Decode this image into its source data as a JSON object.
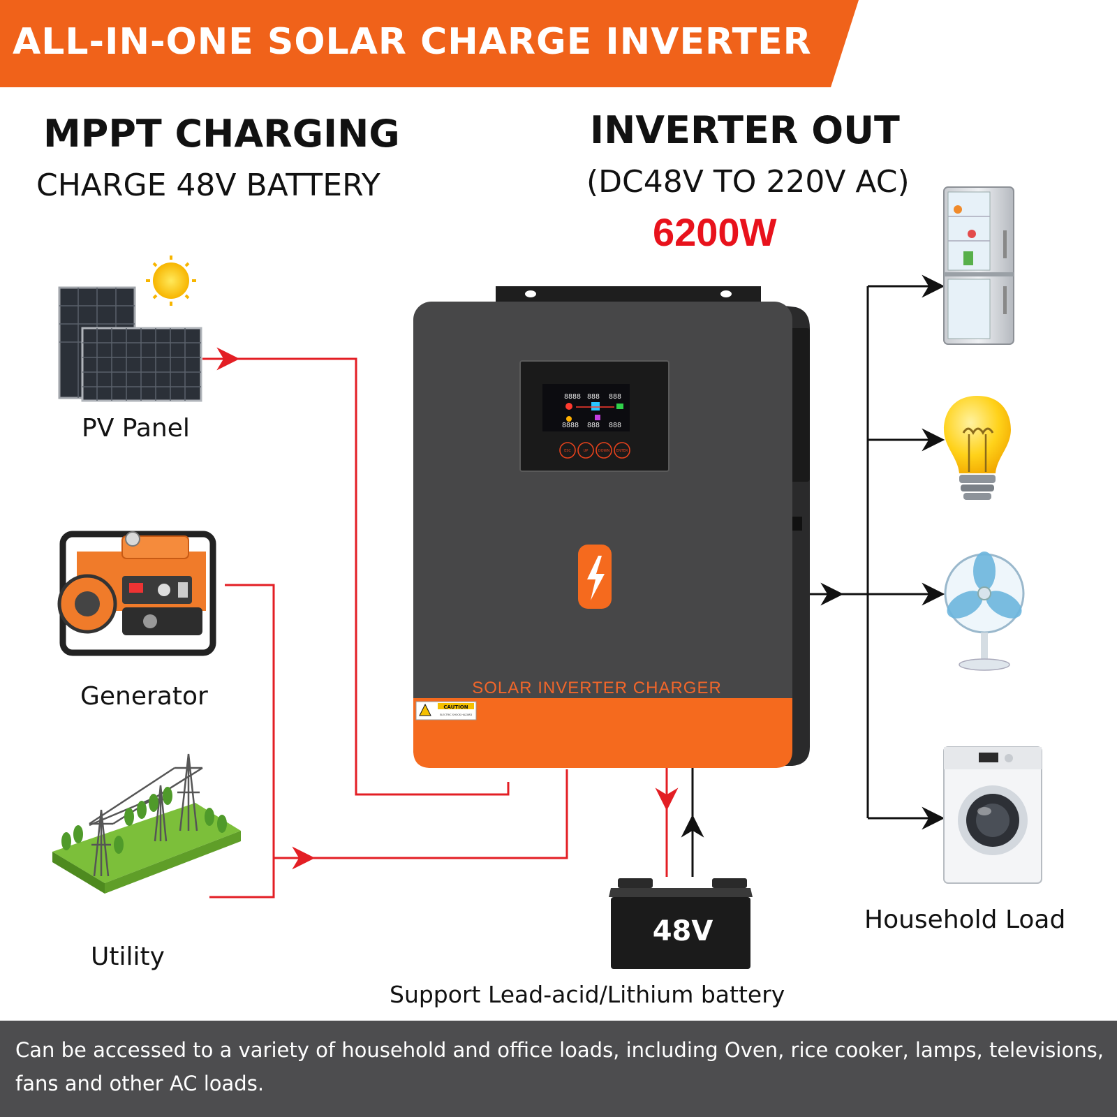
{
  "banner": {
    "title": "ALL-IN-ONE SOLAR CHARGE INVERTER",
    "color": "#f0621a"
  },
  "mppt": {
    "heading": "MPPT CHARGING",
    "subheading": "CHARGE 48V BATTERY"
  },
  "inverter_out": {
    "heading": "INVERTER OUT",
    "subheading": "(DC48V TO 220V AC)",
    "power": "6200W"
  },
  "sources": [
    {
      "label": "PV Panel",
      "icon": "solar-panel-icon"
    },
    {
      "label": "Generator",
      "icon": "generator-icon"
    },
    {
      "label": "Utility",
      "icon": "power-grid-icon"
    }
  ],
  "inverter": {
    "panel_label": "SOLAR INVERTER CHARGER",
    "caution_label": "CAUTION",
    "caution_small": "ELECTRIC SHOCK HAZARD",
    "lcd_buttons": [
      "ESC",
      "UP",
      "DOWN",
      "ENTER"
    ],
    "lcd_readouts": [
      "8888",
      "888",
      "888",
      "8888",
      "888",
      "888"
    ],
    "body_color": "#474748",
    "accent_color": "#f56a1e"
  },
  "battery": {
    "label": "48V",
    "caption": "Support Lead-acid/Lithium battery"
  },
  "loads": {
    "items": [
      {
        "icon": "refrigerator-icon"
      },
      {
        "icon": "light-bulb-icon"
      },
      {
        "icon": "fan-icon"
      },
      {
        "icon": "washing-machine-icon"
      }
    ],
    "label": "Household Load"
  },
  "footer": {
    "text": "Can be accessed to a variety of household and office loads, including Oven, rice cooker, lamps, televisions, fans and other AC loads."
  },
  "colors": {
    "input_wire": "#e31e24",
    "output_wire": "#111111"
  }
}
